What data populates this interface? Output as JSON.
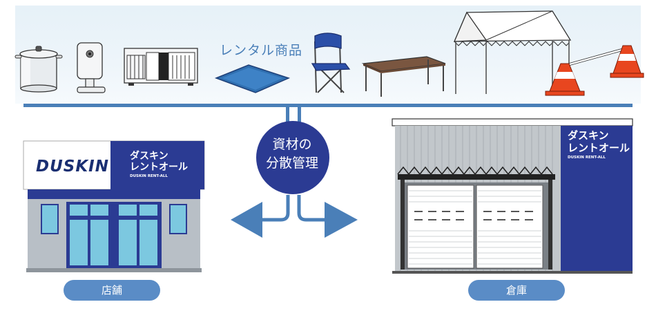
{
  "header": {
    "rental_label": "レンタル商品"
  },
  "center": {
    "line1": "資材の",
    "line2": "分散管理"
  },
  "store": {
    "label": "店舗",
    "brand_en": "DUSKIN",
    "brand_ja_line1": "ダスキン",
    "brand_ja_line2": "レントオール",
    "brand_sub": "DUSKIN RENT-ALL"
  },
  "warehouse": {
    "label": "倉庫",
    "brand_ja_line1": "ダスキン",
    "brand_ja_line2": "レントオール",
    "brand_sub": "DUSKIN RENT-ALL"
  },
  "products": [
    {
      "icon": "cooking-pot-icon"
    },
    {
      "icon": "security-camera-icon"
    },
    {
      "icon": "air-conditioner-icon"
    },
    {
      "icon": "floor-mat-icon"
    },
    {
      "icon": "folding-chair-icon"
    },
    {
      "icon": "table-icon"
    },
    {
      "icon": "event-tent-icon"
    },
    {
      "icon": "traffic-cone-icon"
    }
  ],
  "colors": {
    "brand_navy": "#2b3b93",
    "accent_blue": "#4a7fb8",
    "pill_blue": "#5a8cc6",
    "band_light": "#e6f1f8",
    "glass_cyan": "#7cc8e0",
    "cone_orange": "#e8461f"
  }
}
